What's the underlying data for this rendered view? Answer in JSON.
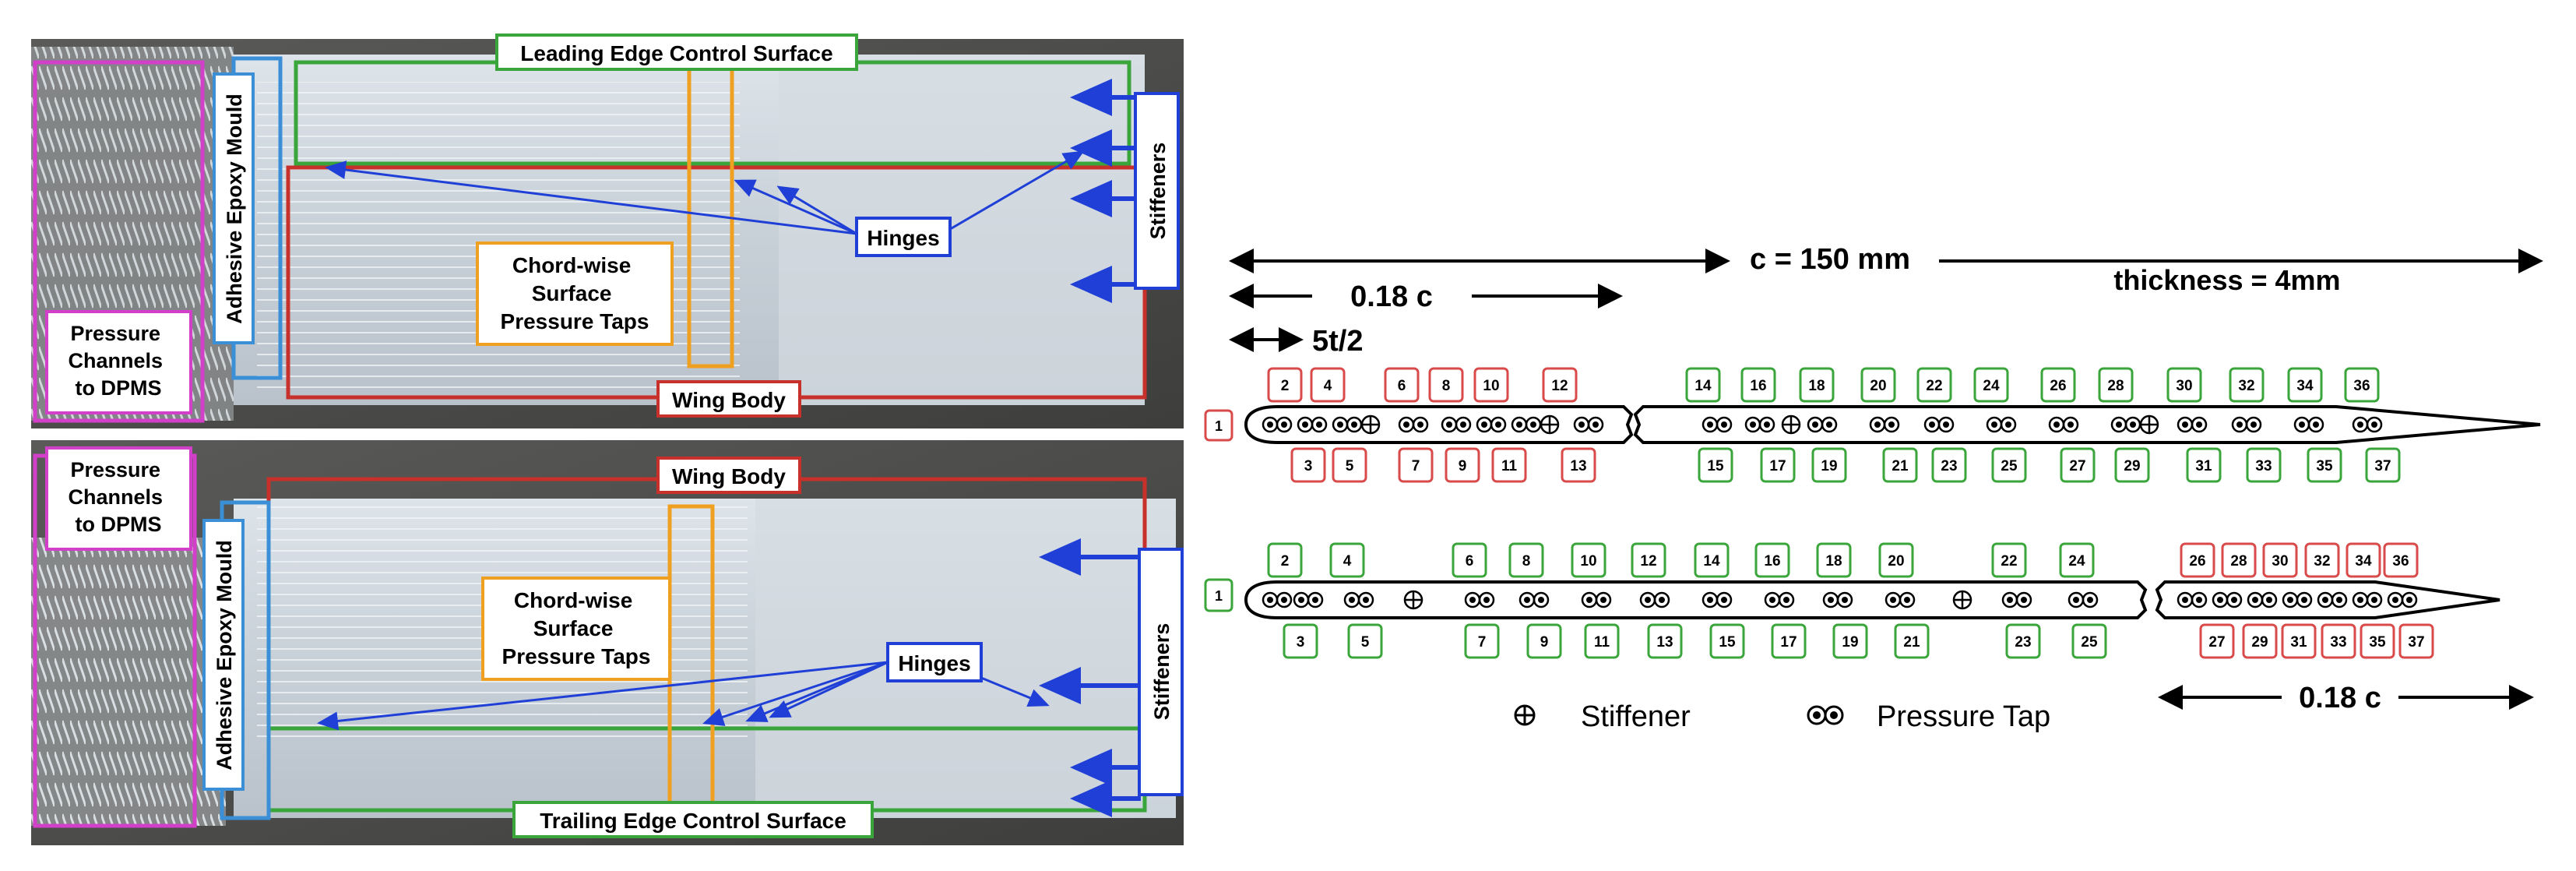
{
  "photo_top": {
    "leading_edge": "Leading Edge Control Surface",
    "epoxy": "Adhesive Epoxy Mould",
    "pressure_lines": [
      "Pressure",
      "Channels",
      "to DPMS"
    ],
    "taps_lines": [
      "Chord-wise",
      "Surface",
      "Pressure Taps"
    ],
    "hinges": "Hinges",
    "stiffeners": "Stiffeners",
    "wing_body": "Wing Body"
  },
  "photo_bottom": {
    "wing_body": "Wing Body",
    "epoxy": "Adhesive Epoxy Mould",
    "pressure_lines": [
      "Pressure",
      "Channels",
      "to DPMS"
    ],
    "taps_lines": [
      "Chord-wise",
      "Surface",
      "Pressure Taps"
    ],
    "hinges": "Hinges",
    "stiffeners": "Stiffeners",
    "trailing_edge": "Trailing Edge Control Surface"
  },
  "schematic": {
    "chord": "c = 150 mm",
    "thickness": "thickness = 4mm",
    "le_span": "0.18 c",
    "half_thickness": "5t/2",
    "te_span": "0.18 c",
    "top_row": {
      "first": "1",
      "above": [
        "2",
        "4",
        "6",
        "8",
        "10",
        "12",
        "14",
        "16",
        "18",
        "20",
        "22",
        "24",
        "26",
        "28",
        "30",
        "32",
        "34",
        "36"
      ],
      "below": [
        "3",
        "5",
        "7",
        "9",
        "11",
        "13",
        "15",
        "17",
        "19",
        "21",
        "23",
        "25",
        "27",
        "29",
        "31",
        "33",
        "35",
        "37"
      ]
    },
    "bottom_row": {
      "first": "1",
      "above": [
        "2",
        "4",
        "6",
        "8",
        "10",
        "12",
        "14",
        "16",
        "18",
        "20",
        "22",
        "24",
        "26",
        "28",
        "30",
        "32",
        "34",
        "36"
      ],
      "below": [
        "3",
        "5",
        "7",
        "9",
        "11",
        "13",
        "15",
        "17",
        "19",
        "21",
        "23",
        "25",
        "27",
        "29",
        "31",
        "33",
        "35",
        "37"
      ]
    },
    "legend": {
      "stiffener": "Stiffener",
      "pressure_tap": "Pressure Tap"
    }
  },
  "colors": {
    "leading_edge_box": "#3aa53a",
    "wing_body_box": "#c8312b",
    "epoxy_box": "#3a8fd6",
    "pressure_box": "#d23fc8",
    "taps_box": "#f0a020",
    "arrow_blue": "#1f3fd6",
    "red_label": "#d94a4a",
    "green_label": "#3aa53a"
  }
}
